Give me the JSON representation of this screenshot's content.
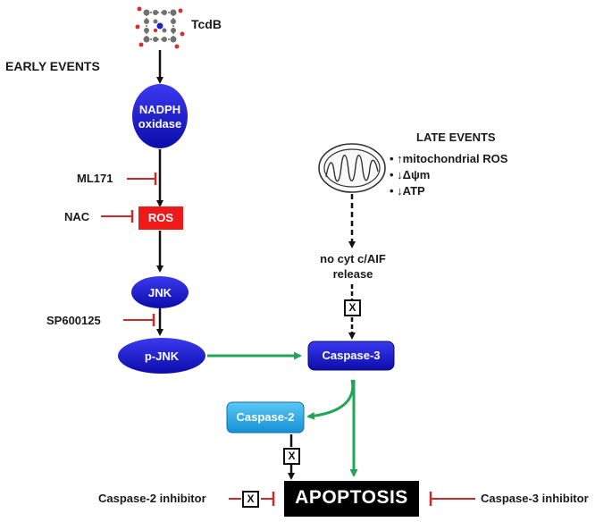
{
  "tcdb": {
    "label": "TcdB"
  },
  "early_events": {
    "label": "EARLY EVENTS"
  },
  "late_events": {
    "label": "LATE EVENTS",
    "items": [
      "• ↑mitochondrial ROS",
      "• ↓Δψm",
      "• ↓ATP"
    ]
  },
  "nodes": {
    "nadph": {
      "line1": "NADPH",
      "line2": "oxidase"
    },
    "ros": "ROS",
    "jnk": "JNK",
    "pjnk": "p-JNK",
    "caspase3": "Caspase-3",
    "caspase2": "Caspase-2",
    "apoptosis": "APOPTOSIS"
  },
  "inhibitors": {
    "ml171": "ML171",
    "nac": "NAC",
    "sp600125": "SP600125",
    "caspase2_inhibitor": "Caspase-2 inhibitor",
    "caspase3_inhibitor": "Caspase-3 inhibitor"
  },
  "release": {
    "line1": "no cyt c/AIF",
    "line2": "release"
  },
  "block_mark": "X",
  "colors": {
    "node_blue": "#1818cc",
    "node_light_blue": "#22a8e8",
    "ros_red": "#ee1a1a",
    "inhibit_red": "#cc2a2a",
    "green_arrow": "#22a45a",
    "apoptosis_bg": "#000000"
  }
}
